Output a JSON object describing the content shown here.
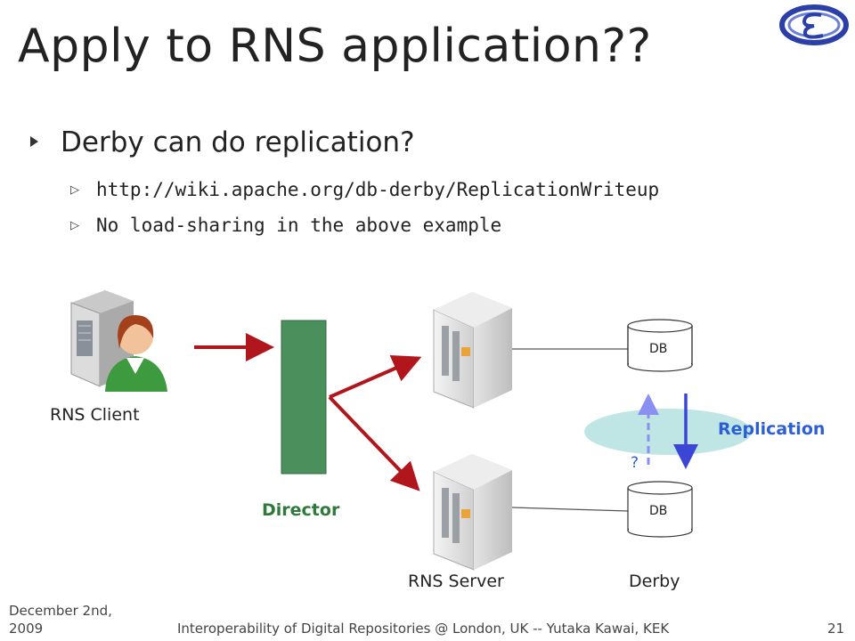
{
  "slide": {
    "title": "Apply to RNS application??",
    "bullet": "Derby can do replication?",
    "subbullets": [
      "http://wiki.apache.org/db-derby/ReplicationWriteup",
      "No load-sharing in the above example"
    ]
  },
  "diagram": {
    "client_label": "RNS Client",
    "director_label": "Director",
    "server_label": "RNS Server",
    "derby_label": "Derby",
    "db_top_label": "DB",
    "db_bottom_label": "DB",
    "replication_label": "Replication",
    "question_label": "?",
    "colors": {
      "director": "#4a8f5c",
      "arrow": "#b0161b",
      "replication_text": "#2c5fd1",
      "replication_arrow": "#3b45d6",
      "ellipse": "#bfe6e4",
      "director_text": "#2d7a3b"
    }
  },
  "footer": {
    "date_line1": "December 2nd,",
    "date_line2": "2009",
    "center": "Interoperability of Digital Repositories @ London, UK -- Yutaka Kawai, KEK",
    "page": "21"
  }
}
